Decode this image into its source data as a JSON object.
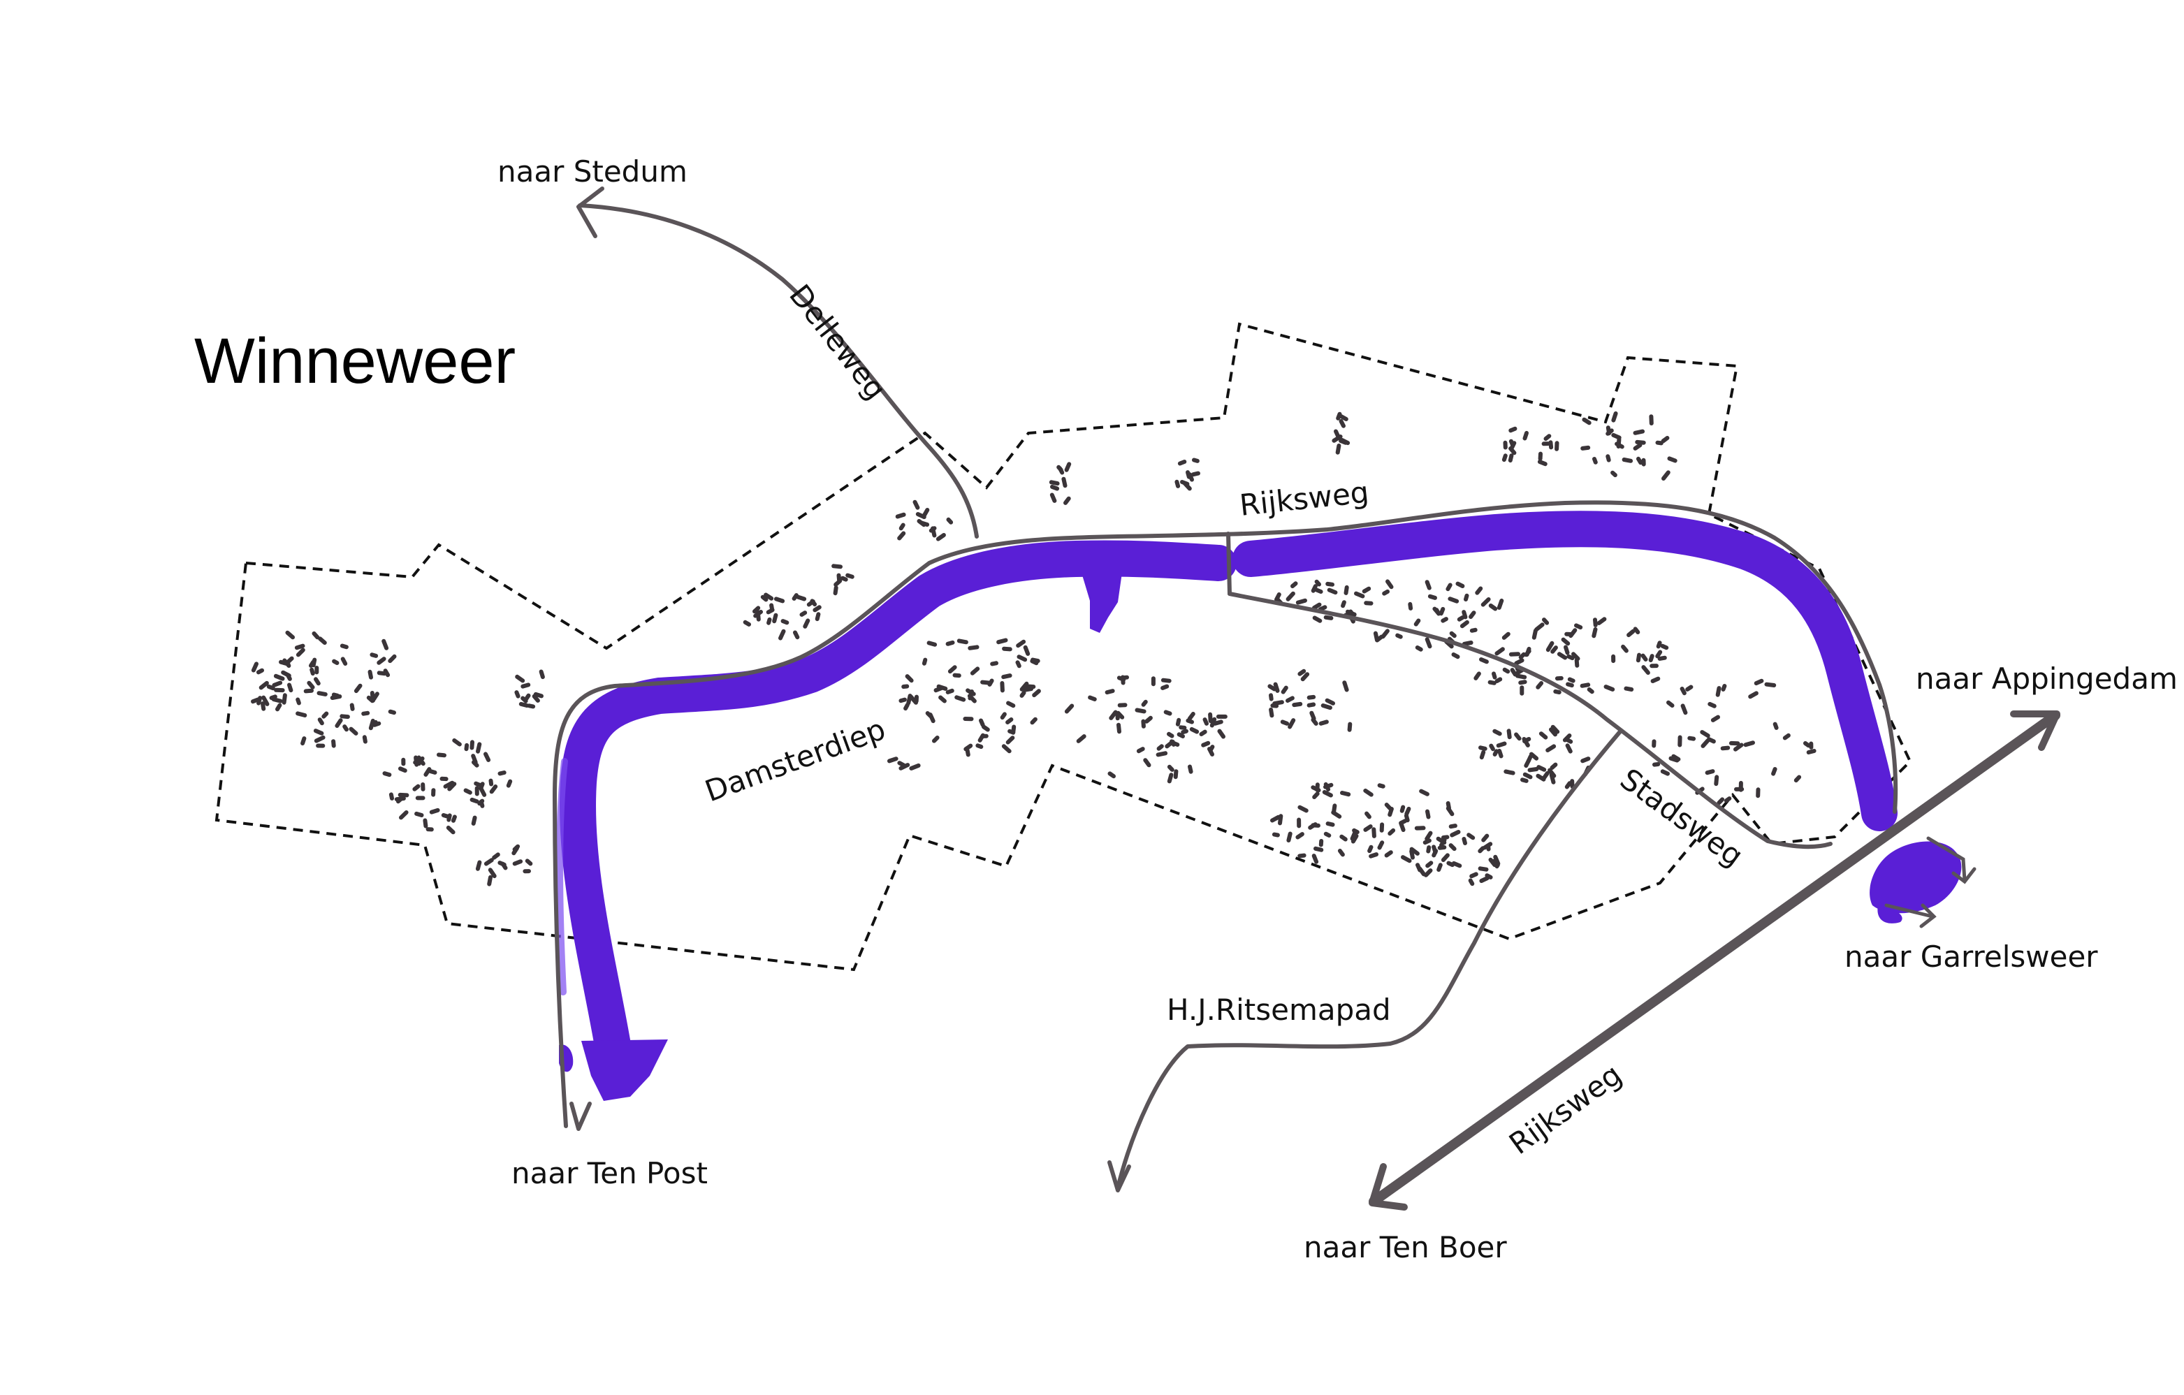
{
  "title": "Winneweer",
  "labels": {
    "stedum": "naar Stedum",
    "delleweg": "Delleweg",
    "rijksweg_north": "Rijksweg",
    "damsterdiep": "Damsterdiep",
    "stadsweg": "Stadsweg",
    "appingedam": "naar Appingedam",
    "garrelsweer": "naar Garrelsweer",
    "ritsemapad": "H.J.Ritsemapad",
    "rijksweg_south": "Rijksweg",
    "ten_post": "naar Ten Post",
    "ten_boer": "naar Ten Boer"
  },
  "colors": {
    "canal": "#5a1fd6",
    "canal_edge": "#7a4cf0",
    "road": "#5a5458",
    "boundary": "#111111",
    "text": "#111111"
  }
}
